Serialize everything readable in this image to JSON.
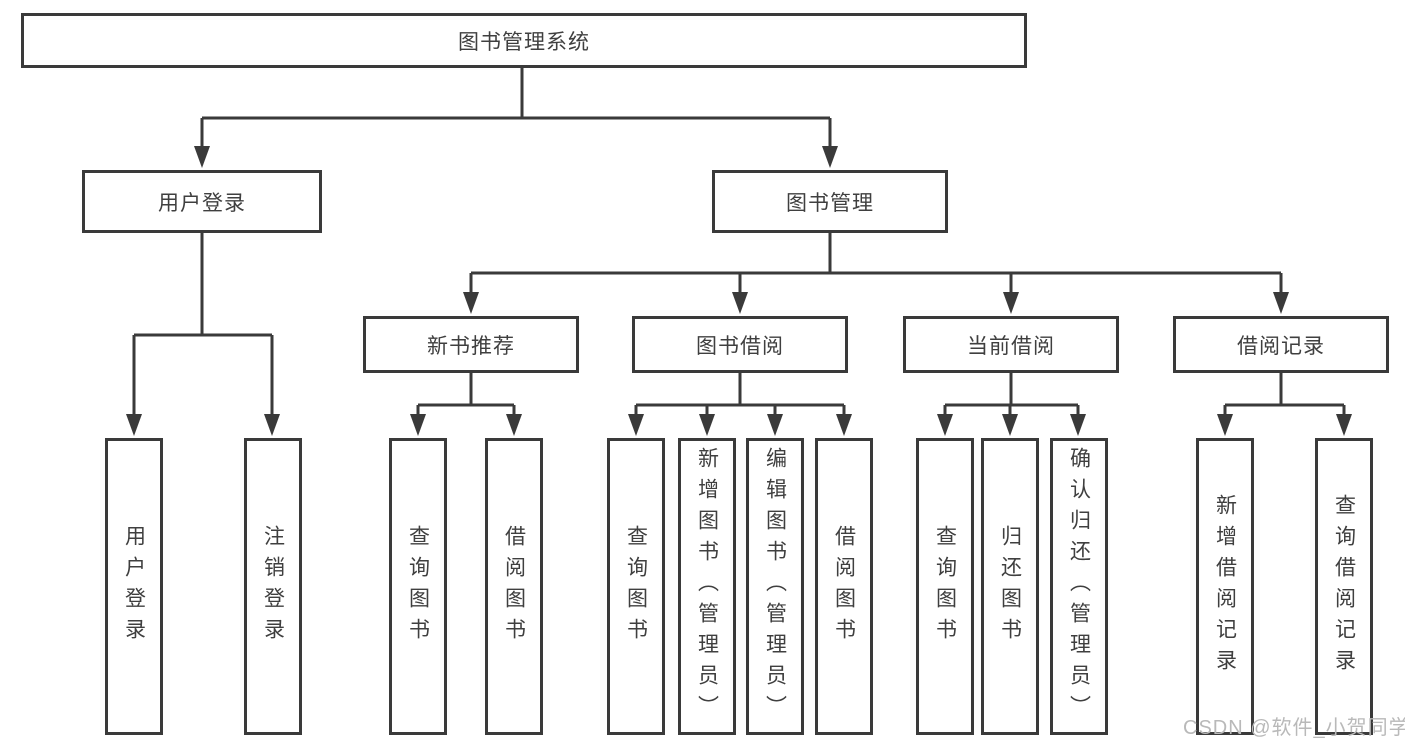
{
  "tree": {
    "label": "图书管理系统",
    "children": [
      {
        "label": "用户登录",
        "children": [
          {
            "label": "用户登录"
          },
          {
            "label": "注销登录"
          }
        ]
      },
      {
        "label": "图书管理",
        "children": [
          {
            "label": "新书推荐",
            "children": [
              {
                "label": "查询图书"
              },
              {
                "label": "借阅图书"
              }
            ]
          },
          {
            "label": "图书借阅",
            "children": [
              {
                "label": "查询图书"
              },
              {
                "label": "新增图书（管理员）"
              },
              {
                "label": "编辑图书（管理员）"
              },
              {
                "label": "借阅图书"
              }
            ]
          },
          {
            "label": "当前借阅",
            "children": [
              {
                "label": "查询图书"
              },
              {
                "label": "归还图书"
              },
              {
                "label": "确认归还（管理员）"
              }
            ]
          },
          {
            "label": "借阅记录",
            "children": [
              {
                "label": "新增借阅记录"
              },
              {
                "label": "查询借阅记录"
              }
            ]
          }
        ]
      }
    ]
  },
  "watermark": {
    "text": "CSDN @软件_小贺同学"
  },
  "colors": {
    "line": "#3a3a3a",
    "box_border": "#3a3a3a",
    "text": "#3f3f3f",
    "watermark": "#b9b9b9",
    "background": "#ffffff"
  }
}
